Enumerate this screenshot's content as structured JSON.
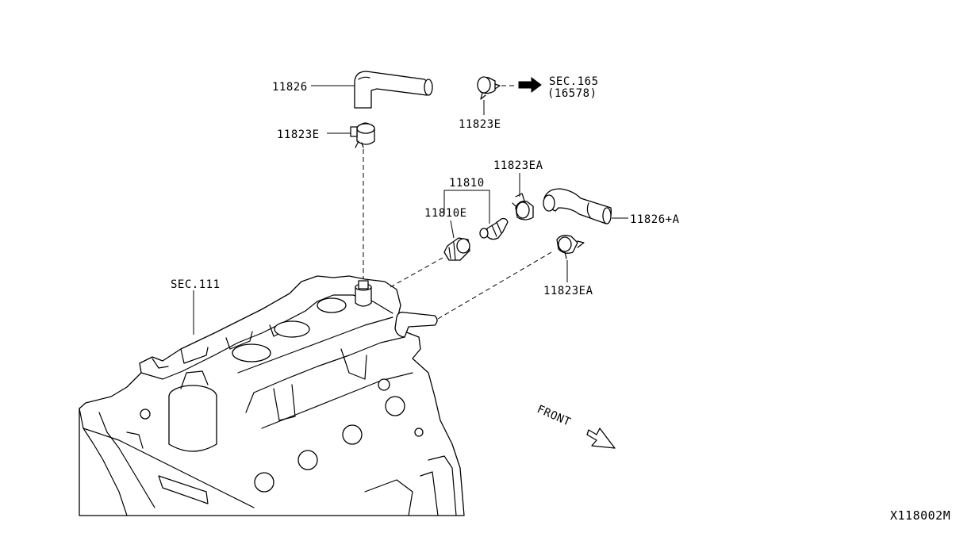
{
  "labels": {
    "hose_upper": "11826",
    "clamp_upper_left": "11823E",
    "clamp_upper_right": "11823E",
    "section_ref_line1": "SEC.165",
    "section_ref_line2": "(16578)",
    "pcv_valve_assembly": "11810",
    "pcv_grommet": "11810E",
    "clamp_ea_upper": "11823EA",
    "clamp_ea_lower": "11823EA",
    "hose_a": "11826+A",
    "section_engine": "SEC.111",
    "front_marker": "FRONT",
    "diagram_id": "X118002M"
  },
  "icons": {
    "arrow": "right-arrow-icon",
    "front": "front-arrow-icon"
  }
}
